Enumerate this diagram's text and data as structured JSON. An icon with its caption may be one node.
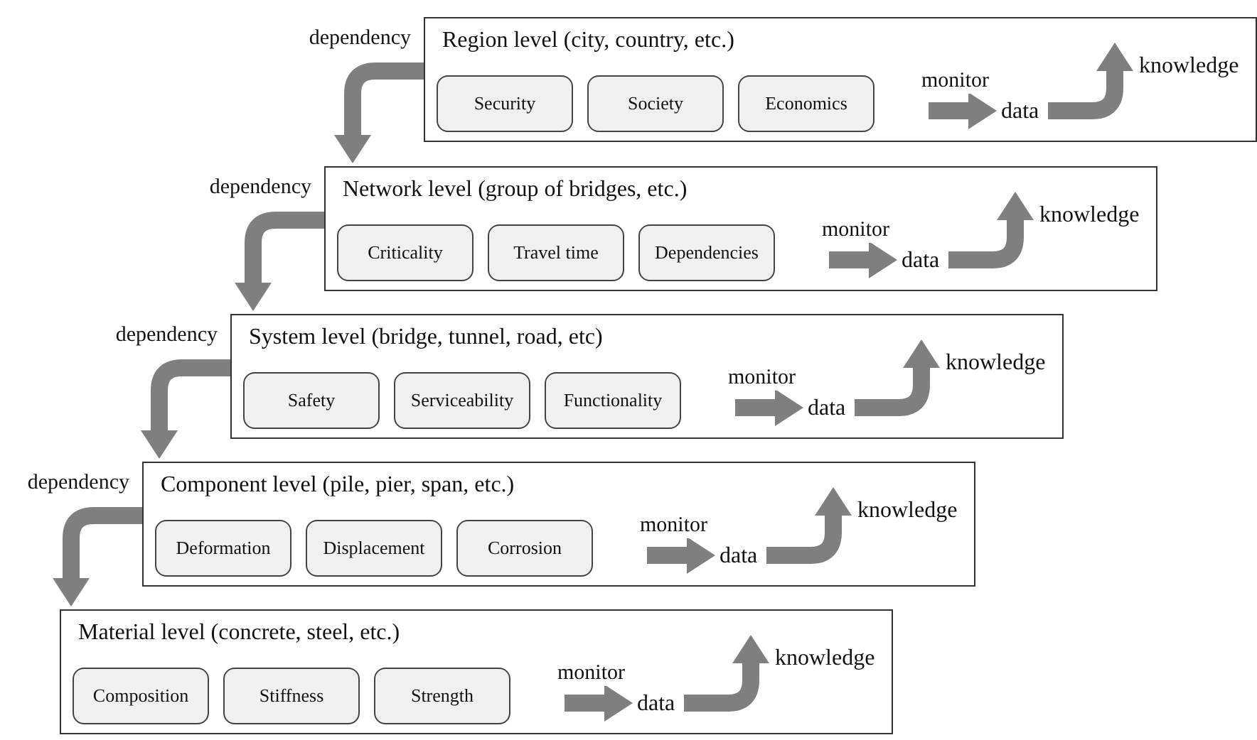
{
  "diagram": {
    "nodes": [
      {
        "text": [
          "Region level (city, country, etc.)"
        ]
      },
      {
        "text": [
          "Security"
        ],
        "in": 0
      },
      {
        "text": [
          "Society"
        ],
        "in": 0
      },
      {
        "text": [
          "Economics"
        ],
        "in": 0
      },
      {
        "text": [
          "data"
        ],
        "in": 0
      },
      {
        "text": [
          "knowledge"
        ],
        "in": 0
      },
      {
        "text": [
          "Network level (group of bridges, etc.)"
        ]
      },
      {
        "text": [
          "Criticality"
        ],
        "in": 6
      },
      {
        "text": [
          "Travel time"
        ],
        "in": 6
      },
      {
        "text": [
          "Dependencies"
        ],
        "in": 6
      },
      {
        "text": [
          "data"
        ],
        "in": 6
      },
      {
        "text": [
          "knowledge"
        ],
        "in": 6
      },
      {
        "text": [
          "System level (bridge, tunnel, road, etc)"
        ]
      },
      {
        "text": [
          "Safety"
        ],
        "in": 12
      },
      {
        "text": [
          "Serviceability"
        ],
        "in": 12
      },
      {
        "text": [
          "Functionality"
        ],
        "in": 12
      },
      {
        "text": [
          "data"
        ],
        "in": 12
      },
      {
        "text": [
          "knowledge"
        ],
        "in": 12
      },
      {
        "text": [
          "Component level (pile, pier, span, etc.)"
        ]
      },
      {
        "text": [
          "Deformation"
        ],
        "in": 18
      },
      {
        "text": [
          "Displacement"
        ],
        "in": 18
      },
      {
        "text": [
          "Corrosion"
        ],
        "in": 18
      },
      {
        "text": [
          "data"
        ],
        "in": 18
      },
      {
        "text": [
          "knowledge"
        ],
        "in": 18
      },
      {
        "text": [
          "Material level (concrete, steel, etc.)"
        ]
      },
      {
        "text": [
          "Composition"
        ],
        "in": 24
      },
      {
        "text": [
          "Stiffness"
        ],
        "in": 24
      },
      {
        "text": [
          "Strength"
        ],
        "in": 24
      },
      {
        "text": [
          "data"
        ],
        "in": 24
      },
      {
        "text": [
          "knowledge"
        ],
        "in": 24
      }
    ],
    "edges": [
      {
        "from": 0,
        "to": 6,
        "arrow": "to",
        "label": "dependency"
      },
      {
        "from": null,
        "to": 4,
        "arrow": "to",
        "label": "monitor"
      },
      {
        "from": 4,
        "to": 5,
        "arrow": "to"
      },
      {
        "from": 6,
        "to": 12,
        "arrow": "to",
        "label": "dependency"
      },
      {
        "from": null,
        "to": 10,
        "arrow": "to",
        "label": "monitor"
      },
      {
        "from": 10,
        "to": 11,
        "arrow": "to"
      },
      {
        "from": 12,
        "to": 18,
        "arrow": "to",
        "label": "dependency"
      },
      {
        "from": null,
        "to": 16,
        "arrow": "to",
        "label": "monitor"
      },
      {
        "from": 16,
        "to": 17,
        "arrow": "to"
      },
      {
        "from": 18,
        "to": 24,
        "arrow": "to",
        "label": "dependency"
      },
      {
        "from": null,
        "to": 22,
        "arrow": "to",
        "label": "monitor"
      },
      {
        "from": 22,
        "to": 23,
        "arrow": "to"
      },
      {
        "from": null,
        "to": 28,
        "arrow": "to",
        "label": "monitor"
      },
      {
        "from": 28,
        "to": 29,
        "arrow": "to"
      }
    ]
  }
}
